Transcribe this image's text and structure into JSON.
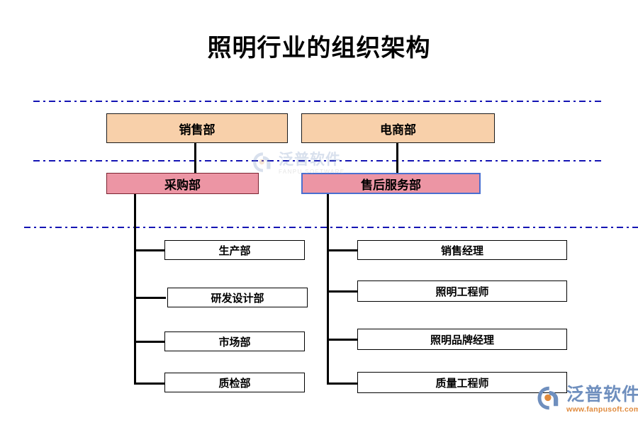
{
  "page": {
    "title": "照明行业的组织架构",
    "background_color": "#ffffff"
  },
  "colors": {
    "level1_fill": "#f8d0aa",
    "level1_border": "#1a1a1a",
    "level2_fill": "#ec95a4",
    "level2_border": "#7a2230",
    "selected_border": "#4a6fd0",
    "leaf_fill": "#ffffff",
    "leaf_border": "#000000",
    "separator_line": "#1414b4",
    "connector_line": "#000000",
    "logo_blue": "#6f8fbe",
    "logo_orange": "#e08a3c"
  },
  "org_chart": {
    "level1": [
      {
        "label": "销售部"
      },
      {
        "label": "电商部"
      }
    ],
    "level2": [
      {
        "label": "采购部",
        "selected": false
      },
      {
        "label": "售后服务部",
        "selected": true
      }
    ],
    "left_children": [
      {
        "label": "生产部"
      },
      {
        "label": "研发设计部"
      },
      {
        "label": "市场部"
      },
      {
        "label": "质检部"
      }
    ],
    "right_children": [
      {
        "label": "销售经理"
      },
      {
        "label": "照明工程师"
      },
      {
        "label": "照明品牌经理"
      },
      {
        "label": "质量工程师"
      }
    ]
  },
  "watermarks": {
    "center": {
      "cn": "泛普软件",
      "en": "FANPU SOFTWARE"
    },
    "corner": {
      "cn": "泛普软件",
      "en": "www.fanpusoft.com"
    }
  }
}
